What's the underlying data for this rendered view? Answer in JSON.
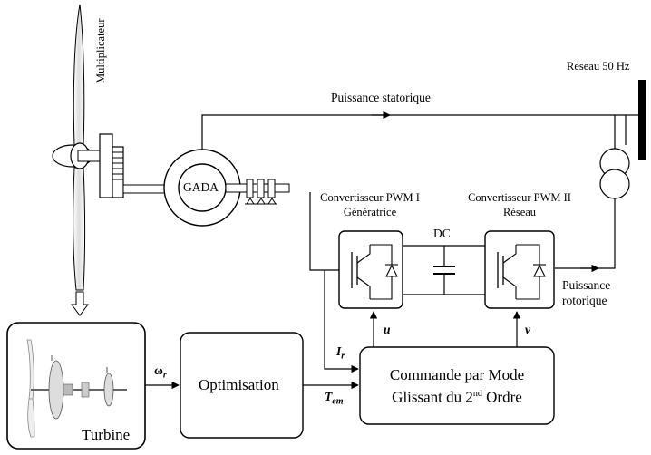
{
  "labels": {
    "multiplicateur": "Multiplicateur",
    "reseau": "Réseau 50 Hz",
    "puissance_statorique": "Puissance statorique",
    "gada": "GADA",
    "conv1_line1": "Convertisseur PWM I",
    "conv1_line2": "Génératrice",
    "conv2_line1": "Convertisseur PWM II",
    "conv2_line2": "Réseau",
    "dc": "DC",
    "puissance_rotorique_line1": "Puissance",
    "puissance_rotorique_line2": "rotorique",
    "u": "u",
    "v": "v",
    "ir": "I",
    "ir_sub": "r",
    "omega": "ω",
    "omega_sub": "r",
    "tem": "T",
    "tem_sub": "em",
    "optimisation": "Optimisation",
    "commande_line1": "Commande par Mode",
    "commande_line2_a": "Glissant du 2",
    "commande_line2_sup": "nd",
    "commande_line2_b": " Ordre",
    "turbine": "Turbine"
  }
}
